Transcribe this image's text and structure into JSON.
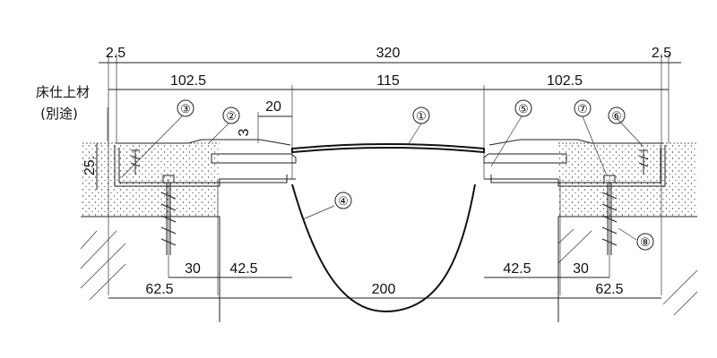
{
  "dimensions": {
    "left_edge": "2.5",
    "total": "320",
    "right_edge": "2.5",
    "left_side": "102.5",
    "center": "115",
    "right_side": "102.5",
    "cover_step": "20",
    "cover_thickness": "3",
    "height": "25.",
    "left_anchor_offset": "30",
    "left_gap_offset": "42.5",
    "right_gap_offset": "42.5",
    "right_anchor_offset": "30",
    "left_bottom": "62.5",
    "gap_width": "200",
    "right_bottom": "62.5"
  },
  "note": {
    "line1": "床仕上材",
    "line2": "(別途)"
  },
  "callouts": [
    "①",
    "②",
    "③",
    "④",
    "⑤",
    "⑥",
    "⑦",
    "⑧"
  ]
}
